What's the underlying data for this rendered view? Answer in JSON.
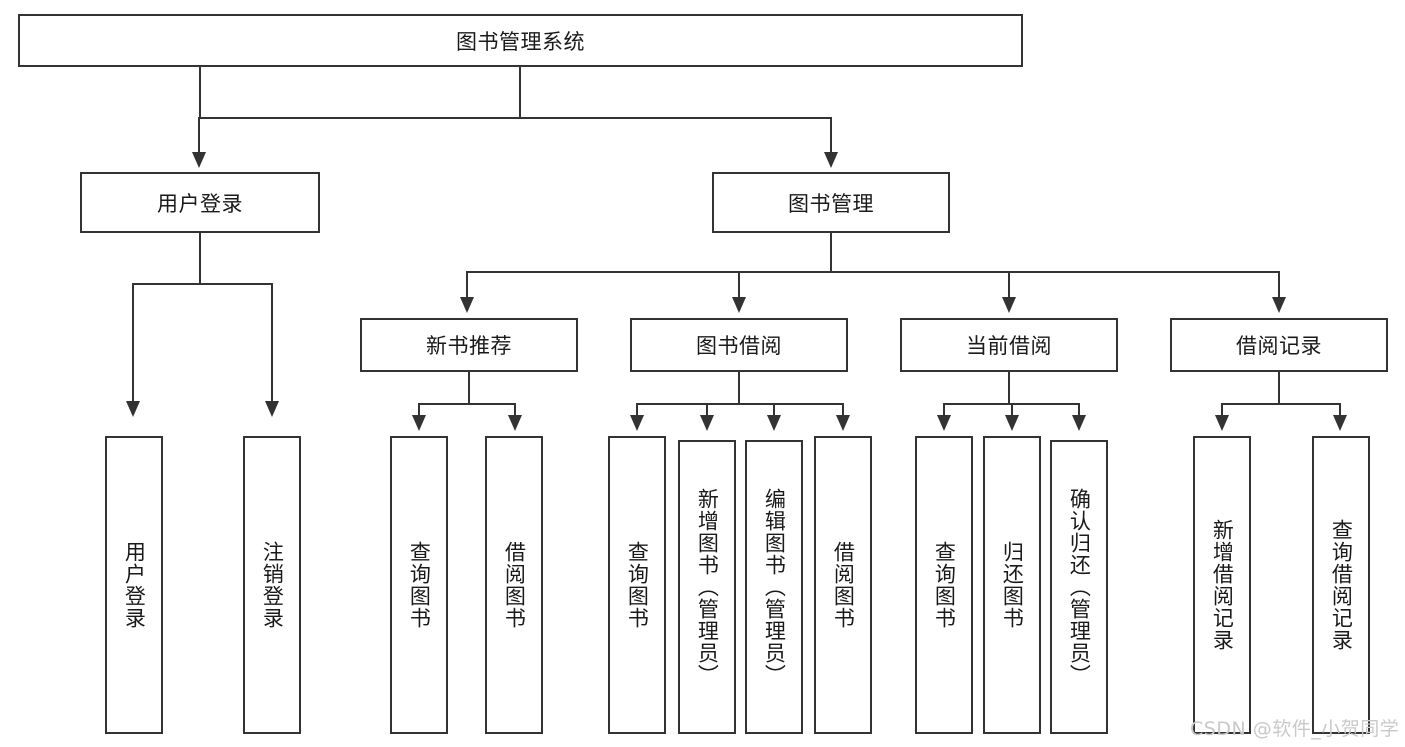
{
  "diagram": {
    "title": "图书管理系统",
    "type": "hierarchy-tree",
    "watermark": "CSDN @软件_小贺同学",
    "colors": {
      "border": "#333333",
      "background": "#ffffff",
      "text": "#1a1a1a",
      "watermark": "#c9c9c9"
    },
    "root": {
      "label": "图书管理系统"
    },
    "level2": [
      {
        "label": "用户登录"
      },
      {
        "label": "图书管理"
      }
    ],
    "level3": [
      {
        "label": "新书推荐"
      },
      {
        "label": "图书借阅"
      },
      {
        "label": "当前借阅"
      },
      {
        "label": "借阅记录"
      }
    ],
    "leaves": {
      "user_login": [
        {
          "label": "用户登录"
        },
        {
          "label": "注销登录"
        }
      ],
      "new_book_recommend": [
        {
          "label": "查询图书"
        },
        {
          "label": "借阅图书"
        }
      ],
      "book_borrow": [
        {
          "label": "查询图书"
        },
        {
          "label": "新增图书（管理员）"
        },
        {
          "label": "编辑图书（管理员）"
        },
        {
          "label": "借阅图书"
        }
      ],
      "current_borrow": [
        {
          "label": "查询图书"
        },
        {
          "label": "归还图书"
        },
        {
          "label": "确认归还（管理员）"
        }
      ],
      "borrow_record": [
        {
          "label": "新增借阅记录"
        },
        {
          "label": "查询借阅记录"
        }
      ]
    }
  }
}
